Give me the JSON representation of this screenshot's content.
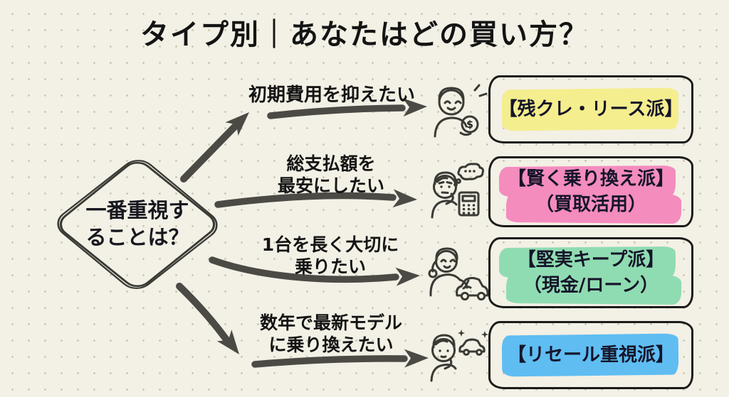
{
  "title": "タイプ別｜あなたはどの買い方？",
  "question": {
    "line1": "一番重視す",
    "line2": "ることは？"
  },
  "colors": {
    "background": "#f3f0e5",
    "ink": "#1c1c1c",
    "arrow": "#4b4a45",
    "highlight_yellow": "#f5ee8e",
    "highlight_pink": "#f48cbe",
    "highlight_green": "#90dcb2",
    "highlight_blue": "#5fbdf2"
  },
  "rows": [
    {
      "condition_line1": "初期費用を抑えたい",
      "condition_line2": "",
      "result_line1": "【残クレ・リース派】",
      "result_line2": "",
      "highlight": "#f5ee8e",
      "icon": "person-holding-dollar-coin",
      "coin_symbol": "$"
    },
    {
      "condition_line1": "総支払額を",
      "condition_line2": "最安にしたい",
      "result_line1": "【賢く乗り換え派】",
      "result_line2": "（買取活用）",
      "highlight": "#f48cbe",
      "icon": "person-thinking-with-calculator"
    },
    {
      "condition_line1": "1台を長く大切に",
      "condition_line2": "乗りたい",
      "result_line1": "【堅実キープ派】",
      "result_line2": "（現金/ローン）",
      "highlight": "#90dcb2",
      "icon": "person-hugging-car"
    },
    {
      "condition_line1": "数年で最新モデル",
      "condition_line2": "に乗り換えたい",
      "result_line1": "【リセール重視派】",
      "result_line2": "",
      "highlight": "#5fbdf2",
      "icon": "person-with-sparkling-new-car"
    }
  ]
}
